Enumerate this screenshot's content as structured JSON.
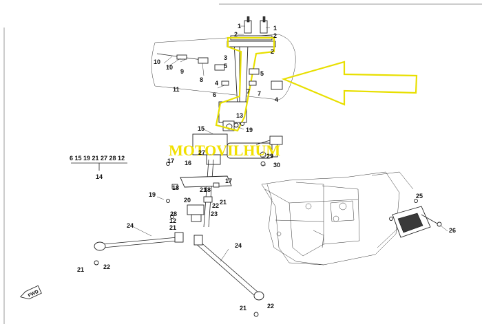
{
  "watermark": {
    "text": "MOTOVILHUM",
    "color": "#f1e000"
  },
  "highlight_color": "#e8df00",
  "arrow": {
    "label": "FWD",
    "icon": "forward-arrow-icon"
  },
  "group_14": {
    "members": "6 15 19 21 27 28 12",
    "label": "14"
  },
  "callouts": [
    {
      "id": "1a",
      "text": "1"
    },
    {
      "id": "1b",
      "text": "1"
    },
    {
      "id": "2a",
      "text": "2"
    },
    {
      "id": "2b",
      "text": "2"
    },
    {
      "id": "2c",
      "text": "2"
    },
    {
      "id": "3",
      "text": "3"
    },
    {
      "id": "4a",
      "text": "4"
    },
    {
      "id": "4b",
      "text": "4"
    },
    {
      "id": "5a",
      "text": "5"
    },
    {
      "id": "5b",
      "text": "5"
    },
    {
      "id": "6",
      "text": "6"
    },
    {
      "id": "7a",
      "text": "7"
    },
    {
      "id": "7b",
      "text": "7"
    },
    {
      "id": "8",
      "text": "8"
    },
    {
      "id": "9",
      "text": "9"
    },
    {
      "id": "10a",
      "text": "10"
    },
    {
      "id": "10b",
      "text": "10"
    },
    {
      "id": "11",
      "text": "11"
    },
    {
      "id": "13",
      "text": "13"
    },
    {
      "id": "15",
      "text": "15"
    },
    {
      "id": "16",
      "text": "16"
    },
    {
      "id": "17a",
      "text": "17"
    },
    {
      "id": "17b",
      "text": "17"
    },
    {
      "id": "18a",
      "text": "18"
    },
    {
      "id": "18b",
      "text": "18"
    },
    {
      "id": "19a",
      "text": "19"
    },
    {
      "id": "19b",
      "text": "19"
    },
    {
      "id": "20",
      "text": "20"
    },
    {
      "id": "21a",
      "text": "21"
    },
    {
      "id": "21b",
      "text": "21"
    },
    {
      "id": "21c",
      "text": "21"
    },
    {
      "id": "21d",
      "text": "21"
    },
    {
      "id": "21e",
      "text": "21"
    },
    {
      "id": "22a",
      "text": "22"
    },
    {
      "id": "22b",
      "text": "22"
    },
    {
      "id": "22c",
      "text": "22"
    },
    {
      "id": "23",
      "text": "23"
    },
    {
      "id": "24a",
      "text": "24"
    },
    {
      "id": "24b",
      "text": "24"
    },
    {
      "id": "25",
      "text": "25"
    },
    {
      "id": "26",
      "text": "26"
    },
    {
      "id": "27",
      "text": "27"
    },
    {
      "id": "28",
      "text": "28"
    },
    {
      "id": "29",
      "text": "29"
    },
    {
      "id": "30",
      "text": "30"
    },
    {
      "id": "12",
      "text": "12"
    }
  ]
}
